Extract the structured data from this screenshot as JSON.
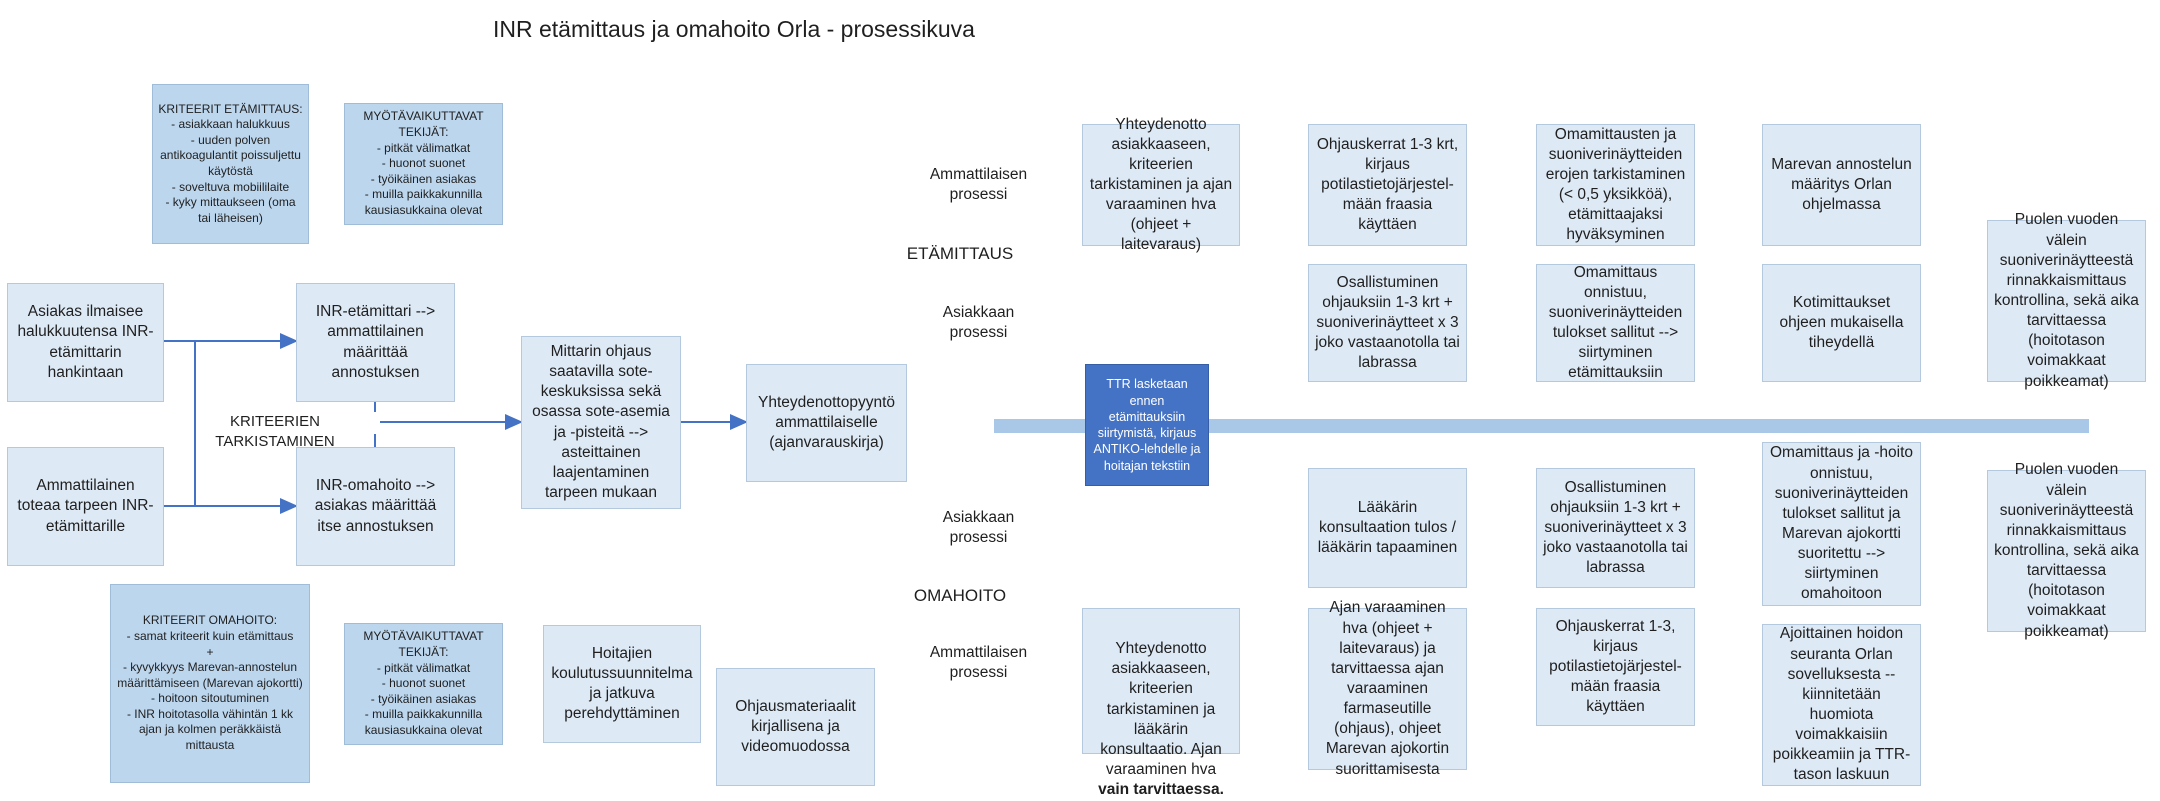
{
  "title": "INR etämittaus ja omahoito Orla - prosessikuva",
  "criteria": {
    "etamittaus": "KRITEERIT ETÄMITTAUS:\n- asiakkaan halukkuus\n- uuden polven antikoagulantit poissuljettu käytöstä\n- soveltuva mobiililaite\n- kyky mittaukseen (oma tai läheisen)",
    "myotavaikuttavat_top": "MYÖTÄVAIKUTTAVAT TEKIJÄT:\n- pitkät välimatkat\n- huonot suonet\n- työikäinen asiakas\n- muilla paikkakunnilla kausiasukkaina olevat",
    "omahoito": "KRITEERIT OMAHOITO:\n- samat kriteerit kuin etämittaus\n+\n- kyvykkyys Marevan-annostelun määrittämiseen (Marevan ajokortti)\n- hoitoon sitoutuminen\n- INR hoitotasolla vähintän 1 kk ajan ja kolmen peräkkäistä mittausta",
    "myotavaikuttavat_bottom": "MYÖTÄVAIKUTTAVAT TEKIJÄT:\n- pitkät välimatkat\n- huonot suonet\n- työikäinen asiakas\n- muilla paikkakunnilla kausiasukkaina olevat"
  },
  "start": {
    "asiakas": "Asiakas ilmaisee halukkuutensa INR-etämittarin hankintaan",
    "ammattilainen": "Ammattilainen toteaa tarpeen INR-etämittarille",
    "kriteerien_tarkistaminen": "KRITEERIEN TARKISTAMINEN"
  },
  "options": {
    "etamittari": "INR-etämittari --> ammattilainen määrittää annostuksen",
    "omahoito": "INR-omahoito --> asiakas määrittää itse annostuksen"
  },
  "mittarin_ohjaus": "Mittarin ohjaus saatavilla sote-keskuksissa sekä osassa sote-asemia ja -pisteitä --> asteittainen laajentaminen tarpeen mukaan",
  "yhteydenottopyynto": "Yhteydenottopyyntö ammattilaiselle (ajanvarauskirja)",
  "training": {
    "hoitajien": "Hoitajien koulutussuunnitelma ja jatkuva perehdyttäminen",
    "ohjausmateriaalit": "Ohjausmateriaalit kirjallisena ja videomuodossa"
  },
  "lanes": {
    "ammattilaisen_prosessi": "Ammattilaisen prosessi",
    "asiakkaan_prosessi": "Asiakkaan prosessi",
    "etamittaus": "ETÄMITTAUS",
    "omahoito": "OMAHOITO"
  },
  "ttr": "TTR lasketaan ennen etämittauksiin siirtymistä, kirjaus ANTIKO-lehdelle ja hoitajan tekstiin",
  "etamittaus_steps": {
    "pro_1": "Yhteydenotto asiakkaaseen, kriteerien tarkistaminen ja ajan varaaminen hva (ohjeet + laitevaraus)",
    "pro_2": "Ohjauskerrat 1-3 krt, kirjaus potilastietojärjestel-mään fraasia käyttäen",
    "pro_3": "Omamittausten ja suoniverinäytteiden erojen tarkistaminen (< 0,5 yksikköä), etämittaajaksi hyväksyminen",
    "pro_4": "Marevan annostelun määritys Orlan ohjelmassa",
    "cli_1": "Osallistuminen ohjauksiin 1-3 krt + suoniverinäytteet x 3 joko vastaanotolla tai labrassa",
    "cli_2": "Omamittaus onnistuu, suoniverinäytteiden tulokset sallitut --> siirtyminen etämittauksiin",
    "cli_3": "Kotimittaukset ohjeen mukaisella tiheydellä",
    "cli_4": "Puolen vuoden välein suoniverinäytteestä rinnakkaismittaus kontrollina, sekä aika tarvittaessa (hoitotason voimakkaat poikkeamat)"
  },
  "omahoito_steps": {
    "cli_1": "Lääkärin konsultaation tulos / lääkärin tapaaminen",
    "cli_2": "Osallistuminen ohjauksiin 1-3 krt + suoniverinäytteet x 3 joko vastaanotolla tai labrassa",
    "cli_3": "Omamittaus ja -hoito onnistuu, suoniverinäytteiden tulokset sallitut ja Marevan ajokortti suoritettu --> siirtyminen omahoitoon",
    "cli_4": "Puolen vuoden välein suoniverinäytteestä rinnakkaismittaus kontrollina, sekä aika tarvittaessa (hoitotason voimakkaat poikkeamat)",
    "pro_1_main": "Yhteydenotto asiakkaaseen, kriteerien tarkistaminen ja lääkärin konsultaatio. Ajan varaaminen hva",
    "pro_1_bold": "vain tarvittaessa.",
    "pro_2": "Ajan varaaminen hva (ohjeet + laitevaraus) ja tarvittaessa ajan varaaminen farmaseutille (ohjaus), ohjeet Marevan ajokortin suorittamisesta",
    "pro_3": "Ohjauskerrat 1-3, kirjaus potilastietojärjestel-mään fraasia käyttäen",
    "pro_4": "Ajoittainen hoidon seuranta Orlan sovelluksesta -- kiinnitetään huomiota voimakkaisiin poikkeamiin ja TTR-tason laskuun"
  },
  "colors": {
    "box_fill": "#dde9f5",
    "criteria_fill": "#bcd6ee",
    "ttr_fill": "#4472c4",
    "timeline": "#a9c7e6",
    "connector": "#4472c4"
  }
}
